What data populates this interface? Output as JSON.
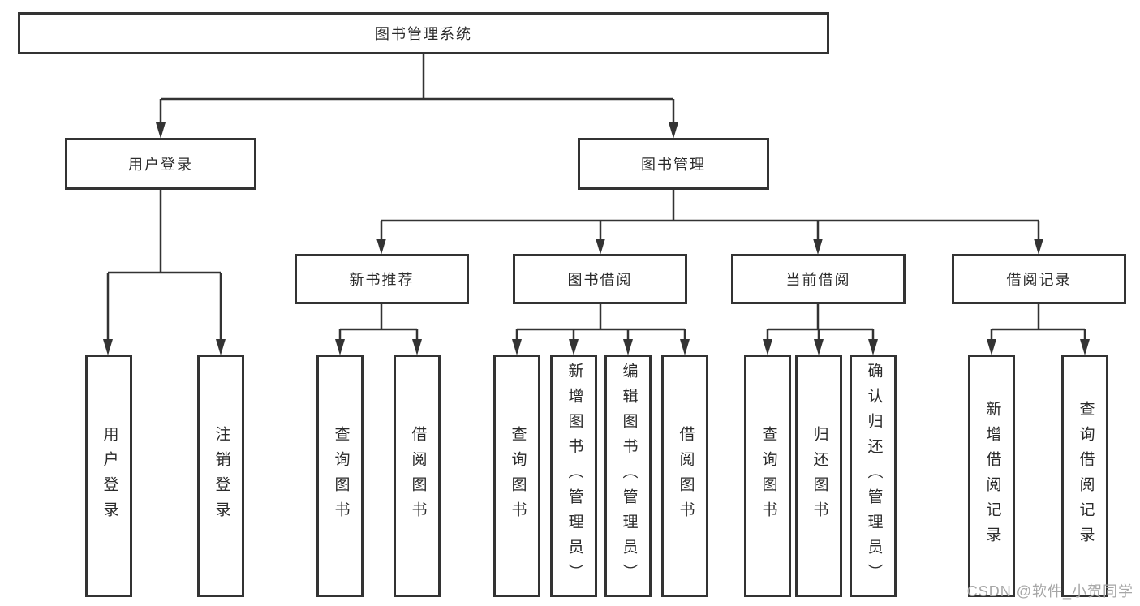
{
  "tree": {
    "label": "图书管理系统",
    "children": [
      {
        "label": "用户登录",
        "children": [
          {
            "label": "用户登录"
          },
          {
            "label": "注销登录"
          }
        ]
      },
      {
        "label": "图书管理",
        "children": [
          {
            "label": "新书推荐",
            "children": [
              {
                "label": "查询图书"
              },
              {
                "label": "借阅图书"
              }
            ]
          },
          {
            "label": "图书借阅",
            "children": [
              {
                "label": "查询图书"
              },
              {
                "label": "新增图书（管理员）"
              },
              {
                "label": "编辑图书（管理员）"
              },
              {
                "label": "借阅图书"
              }
            ]
          },
          {
            "label": "当前借阅",
            "children": [
              {
                "label": "查询图书"
              },
              {
                "label": "归还图书"
              },
              {
                "label": "确认归还（管理员）"
              }
            ]
          },
          {
            "label": "借阅记录",
            "children": [
              {
                "label": "新增借阅记录"
              },
              {
                "label": "查询借阅记录"
              }
            ]
          }
        ]
      }
    ]
  },
  "watermark": "CSDN @软件_小贺同学",
  "colors": {
    "line": "#333333",
    "box_border": "#333333",
    "box_fill": "#ffffff",
    "text": "#2b2b2b",
    "watermark": "#a6a6a6",
    "background": "#ffffff"
  }
}
